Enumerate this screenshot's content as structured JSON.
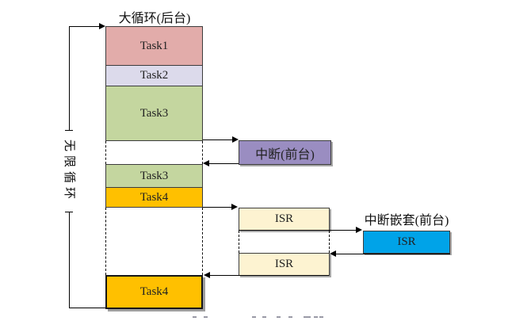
{
  "diagram": {
    "titles": {
      "background_loop": "大循环(后台)",
      "nested_interrupt": "中断嵌套(前台)"
    },
    "infinite_loop_label": "无限循环",
    "main_column": {
      "tasks": [
        {
          "label": "Task1",
          "color": "#e2acaa"
        },
        {
          "label": "Task2",
          "color": "#dcdaeb"
        },
        {
          "label": "Task3",
          "color": "#c4d69f"
        },
        {
          "label": "Task3",
          "color": "#c4d69f"
        },
        {
          "label": "Task4",
          "color": "#ffc000"
        },
        {
          "label": "Task4",
          "color": "#ffc000"
        }
      ]
    },
    "interrupt_box": {
      "label": "中断(前台)",
      "color": "#9a8dc1"
    },
    "isr_boxes": [
      {
        "label": "ISR",
        "color": "#fdf3d1"
      },
      {
        "label": "ISR",
        "color": "#fdf3d1"
      }
    ],
    "nested_isr_box": {
      "label": "ISR",
      "color": "#00a3e8"
    },
    "line_color": "#000000"
  }
}
